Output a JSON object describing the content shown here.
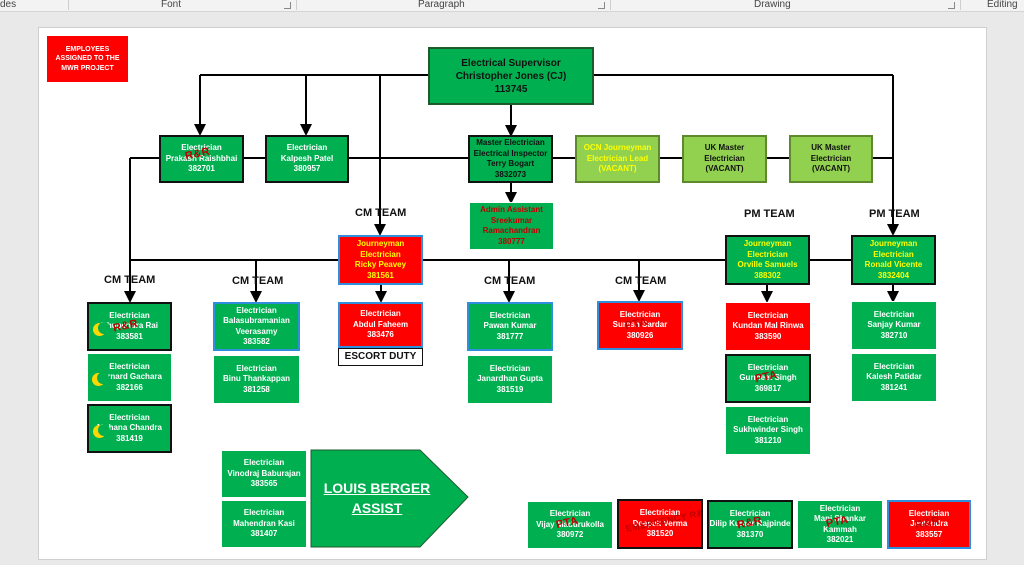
{
  "ribbon": {
    "sections": [
      "des",
      "Font",
      "Paragraph",
      "Drawing",
      "Editing"
    ]
  },
  "legend": {
    "text": "EMPLOYEES ASSIGNED TO THE MWR PROJECT"
  },
  "supervisor": {
    "title": "Electrical Supervisor",
    "name": "Christopher Jones (CJ)",
    "id": "113745"
  },
  "top_row": [
    {
      "title": "Electrician",
      "name": "Prakash Raishbhai",
      "id": "382701",
      "stamp": "R&R"
    },
    {
      "title": "Electrician",
      "name": "Kalpesh Patel",
      "id": "380957"
    },
    {
      "title": "Master Electrician Electrical Inspector",
      "name": "Terry Bogart",
      "id": "3832073"
    },
    {
      "title": "OCN Journeyman Electrician Lead",
      "name": "(VACANT)"
    },
    {
      "title": "UK Master Electrician",
      "name": "(VACANT)"
    },
    {
      "title": "UK Master Electrician",
      "name": "(VACANT)"
    }
  ],
  "admin": {
    "title": "Admin Assistant",
    "name": "Sreekumar Ramachandran",
    "id": "380777"
  },
  "teams": {
    "cm": "CM TEAM",
    "pm": "PM TEAM"
  },
  "leads": [
    {
      "title": "Journeyman Electrician",
      "name": "Ricky Peavey",
      "id": "381561"
    },
    {
      "title": "Journeyman Electrician",
      "name": "Orville Samuels",
      "id": "388302"
    },
    {
      "title": "Journeyman Electrician",
      "name": "Ronald Vicente",
      "id": "3832404"
    }
  ],
  "col1": [
    {
      "title": "Electrician",
      "name": "Bhupendra Rai",
      "id": "383581",
      "stamp": "R&R"
    },
    {
      "title": "Electrician",
      "name": "Bernard Gachara",
      "id": "382166"
    },
    {
      "title": "Electrician",
      "name": "Mohana Chandra",
      "id": "381419"
    }
  ],
  "col2": [
    {
      "title": "Electrician",
      "name": "Balasubramanian Veerasamy",
      "id": "383582"
    },
    {
      "title": "Electrician",
      "name": "Binu Thankappan",
      "id": "381258"
    }
  ],
  "col3": {
    "title": "Electrician",
    "name": "Abdul Faheem",
    "id": "383476",
    "escort": "ESCORT DUTY"
  },
  "col4": [
    {
      "title": "Electrician",
      "name": "Pawan Kumar",
      "id": "381777"
    },
    {
      "title": "Electrician",
      "name": "Janardhan Gupta",
      "id": "381519"
    }
  ],
  "col5": {
    "title": "Electrician",
    "name": "Suresh Sardar",
    "id": "380926",
    "stamp": "PTA"
  },
  "col6": [
    {
      "title": "Electrician",
      "name": "Kundan Mal Rinwa",
      "id": "383590"
    },
    {
      "title": "Electrician",
      "name": "Gurmeet Singh",
      "id": "369817",
      "stamp": "PTA"
    },
    {
      "title": "Electrician",
      "name": "Sukhwinder Singh",
      "id": "381210"
    }
  ],
  "col7": [
    {
      "title": "Electrician",
      "name": "Sanjay Kumar",
      "id": "382710"
    },
    {
      "title": "Electrician",
      "name": "Kalesh Patidar",
      "id": "381241"
    }
  ],
  "louis": {
    "label": "LOUIS BERGER ASSIST",
    "members": [
      {
        "title": "Electrician",
        "name": "Vinodraj Baburajan",
        "id": "383565"
      },
      {
        "title": "Electrician",
        "name": "Mahendran Kasi",
        "id": "381407"
      }
    ]
  },
  "bottom_row": [
    {
      "title": "Electrician",
      "name": "Vijay Madurukolla",
      "id": "380972",
      "stamp": "PTA"
    },
    {
      "title": "Electrician",
      "name": "Deepak Verma",
      "id": "381520",
      "stamp": "EMERGENCY R&R"
    },
    {
      "title": "Electrician",
      "name": "Dilip Kumar Rajpinde",
      "id": "381370",
      "stamp": "R&R"
    },
    {
      "title": "Electrician",
      "name": "Mani Shankar Kammah",
      "id": "382021",
      "stamp": "PTA"
    },
    {
      "title": "Electrician",
      "name": "Jeetendra",
      "id": "383557",
      "stamp": "R&R"
    }
  ],
  "colors": {
    "green": "#00b050",
    "lime": "#92d050",
    "red": "#ff0000",
    "blue_border": "#2f8fdd"
  }
}
